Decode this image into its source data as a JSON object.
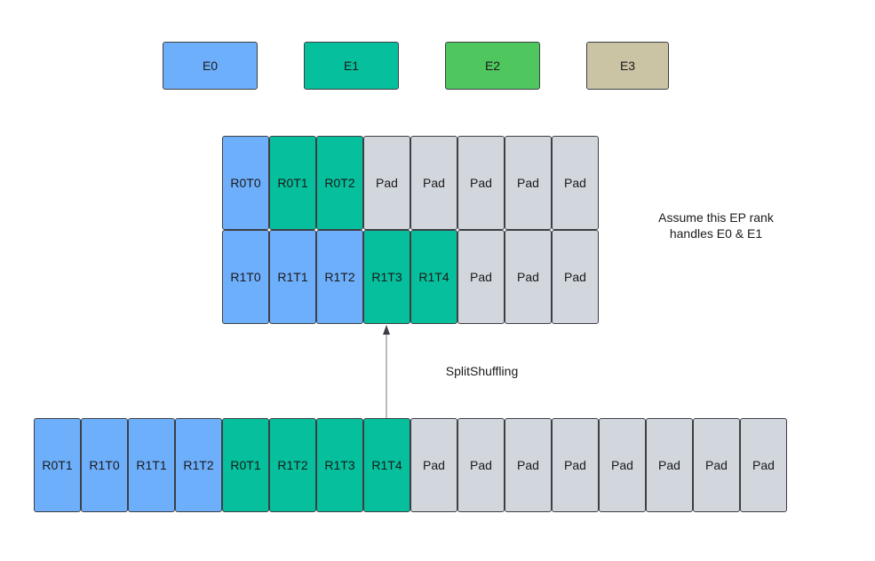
{
  "legend": [
    "E0",
    "E1",
    "E2",
    "E3"
  ],
  "colors": {
    "E0": "#6eaffc",
    "E1": "#06bf9c",
    "E2": "#4fc75e",
    "E3": "#cac3a4",
    "pad": "#d2d6dd",
    "border": "#3d3f44"
  },
  "top_grid": {
    "rows": [
      [
        {
          "label": "R0T0",
          "expert": "E0"
        },
        {
          "label": "R0T1",
          "expert": "E1"
        },
        {
          "label": "R0T2",
          "expert": "E1"
        },
        {
          "label": "Pad",
          "expert": "pad"
        },
        {
          "label": "Pad",
          "expert": "pad"
        },
        {
          "label": "Pad",
          "expert": "pad"
        },
        {
          "label": "Pad",
          "expert": "pad"
        },
        {
          "label": "Pad",
          "expert": "pad"
        }
      ],
      [
        {
          "label": "R1T0",
          "expert": "E0"
        },
        {
          "label": "R1T1",
          "expert": "E0"
        },
        {
          "label": "R1T2",
          "expert": "E0"
        },
        {
          "label": "R1T3",
          "expert": "E1"
        },
        {
          "label": "R1T4",
          "expert": "E1"
        },
        {
          "label": "Pad",
          "expert": "pad"
        },
        {
          "label": "Pad",
          "expert": "pad"
        },
        {
          "label": "Pad",
          "expert": "pad"
        }
      ]
    ]
  },
  "note": {
    "line1": "Assume this EP rank",
    "line2": "handles E0 & E1"
  },
  "arrow_label": "SplitShuffling",
  "bottom_row": [
    {
      "label": "R0T1",
      "expert": "E0"
    },
    {
      "label": "R1T0",
      "expert": "E0"
    },
    {
      "label": "R1T1",
      "expert": "E0"
    },
    {
      "label": "R1T2",
      "expert": "E0"
    },
    {
      "label": "R0T1",
      "expert": "E1"
    },
    {
      "label": "R1T2",
      "expert": "E1"
    },
    {
      "label": "R1T3",
      "expert": "E1"
    },
    {
      "label": "R1T4",
      "expert": "E1"
    },
    {
      "label": "Pad",
      "expert": "pad"
    },
    {
      "label": "Pad",
      "expert": "pad"
    },
    {
      "label": "Pad",
      "expert": "pad"
    },
    {
      "label": "Pad",
      "expert": "pad"
    },
    {
      "label": "Pad",
      "expert": "pad"
    },
    {
      "label": "Pad",
      "expert": "pad"
    },
    {
      "label": "Pad",
      "expert": "pad"
    },
    {
      "label": "Pad",
      "expert": "pad"
    }
  ]
}
